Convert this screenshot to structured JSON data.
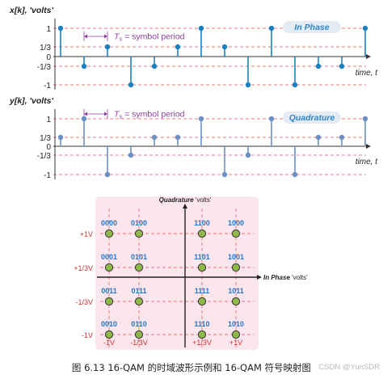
{
  "colors": {
    "stem_in_phase": "#1b80c0",
    "stem_quadrature": "#6d8fc2",
    "dash_red": "#e05050",
    "purple": "#8e3fa0",
    "pill_bg": "#e4ebf3",
    "pill_text": "#2e85c8",
    "constellation_bg": "#fbe6ee",
    "dot_fill": "#8fb74a",
    "symbol_code": "#2277cc",
    "level_red": "#cc3333"
  },
  "chart_data": [
    {
      "type": "stem",
      "panel": "in-phase",
      "ylabel": "x[k], 'volts'",
      "xlabel": "time, t",
      "badge": "In Phase",
      "period_label": "= symbol period",
      "period_symbol": "T",
      "period_subscript": "s",
      "ytick_labels": [
        "1",
        "1/3",
        "0",
        "-1/3",
        "-1"
      ],
      "ytick_values": [
        1,
        0.3333,
        0,
        -0.3333,
        -1
      ],
      "k": [
        0,
        1,
        2,
        3,
        4,
        5,
        6,
        7,
        8,
        9,
        10,
        11,
        12,
        13
      ],
      "values": [
        1,
        -0.3333,
        0.3333,
        -1,
        -0.3333,
        0.3333,
        1,
        0.3333,
        -1,
        1,
        -1,
        -0.3333,
        -0.3333,
        1
      ]
    },
    {
      "type": "stem",
      "panel": "quadrature",
      "ylabel": "y[k], 'volts'",
      "xlabel": "time, t",
      "badge": "Quadrature",
      "period_label": "= symbol period",
      "period_symbol": "T",
      "period_subscript": "s",
      "ytick_labels": [
        "1",
        "1/3",
        "0",
        "-1/3",
        "-1"
      ],
      "ytick_values": [
        1,
        0.3333,
        0,
        -0.3333,
        -1
      ],
      "k": [
        0,
        1,
        2,
        3,
        4,
        5,
        6,
        7,
        8,
        9,
        10,
        11,
        12,
        13
      ],
      "values": [
        0.3333,
        1,
        -1,
        -0.3333,
        0.3333,
        0.3333,
        1,
        -1,
        -0.3333,
        1,
        -1,
        0.3333,
        0.3333,
        1
      ]
    },
    {
      "type": "scatter",
      "panel": "constellation",
      "ylabel_bold": "Quadrature",
      "ylabel_rest": "'volts'",
      "xlabel_bold": "In Phase",
      "xlabel_rest": "'volts'",
      "x_levels": [
        -1,
        -0.3333,
        0.3333,
        1
      ],
      "y_levels": [
        1,
        0.3333,
        -0.3333,
        -1
      ],
      "xtick_labels": [
        "-1V",
        "-1/3V",
        "+1/3V",
        "+1V"
      ],
      "ytick_labels": [
        "+1V",
        "+1/3V",
        "-1/3V",
        "-1V"
      ],
      "codes": [
        [
          "0000",
          "0100",
          "1100",
          "1000"
        ],
        [
          "0001",
          "0101",
          "1101",
          "1001"
        ],
        [
          "0011",
          "0111",
          "1111",
          "1011"
        ],
        [
          "0010",
          "0110",
          "1110",
          "1010"
        ]
      ]
    }
  ],
  "caption": "图 6.13 16-QAM 的时域波形示例和 16-QAM 符号映射图",
  "watermark": "CSDN @YunSDR"
}
